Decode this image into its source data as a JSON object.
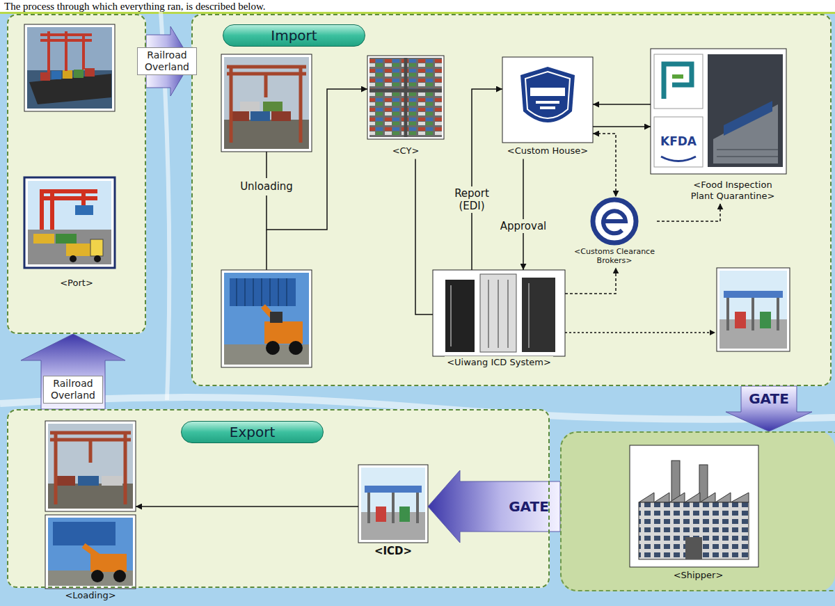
{
  "diagram": {
    "nodes": [
      {
        "text": [
          "<Port>"
        ]
      },
      {
        "text": [
          "Import"
        ]
      },
      {
        "text": [
          "Unloading"
        ],
        "in": 1
      },
      {
        "text": [
          "<CY>"
        ],
        "in": 1
      },
      {
        "text": [
          "<Custom House>"
        ],
        "in": 1
      },
      {
        "text": [
          "<Food Inspection Plant Quarantine>"
        ],
        "in": 1
      },
      {
        "text": [
          "<Customs Clearance Brokers>"
        ],
        "in": 1
      },
      {
        "text": [
          "<Uiwang ICD System>"
        ],
        "in": 1
      },
      {
        "text": [
          "Export"
        ]
      },
      {
        "text": [
          "<Loading>"
        ],
        "in": 8
      },
      {
        "text": [
          "<ICD>"
        ],
        "in": 8
      },
      {
        "text": [
          "<Shipper>"
        ]
      }
    ],
    "edges": [
      {
        "from": 0,
        "to": 1,
        "arrow": "to",
        "label": "Railroad Overland"
      },
      {
        "from": 2,
        "to": 3,
        "arrow": "to"
      },
      {
        "from": 3,
        "to": 7,
        "arrow": "none"
      },
      {
        "from": 7,
        "to": 4,
        "arrow": "to",
        "label": "Report (EDI)"
      },
      {
        "from": 4,
        "to": 7,
        "arrow": "to",
        "label": "Approval"
      },
      {
        "from": 5,
        "to": 4,
        "arrow": "to"
      },
      {
        "from": 4,
        "to": 5,
        "arrow": "to"
      },
      {
        "from": 4,
        "to": 6,
        "arrow": "both"
      },
      {
        "from": 6,
        "to": 5,
        "arrow": "to"
      },
      {
        "from": 7,
        "to": 6,
        "arrow": "to"
      },
      {
        "from": 1,
        "to": 11,
        "arrow": "to",
        "label": "GATE"
      },
      {
        "from": 11,
        "to": 10,
        "arrow": "to",
        "label": "GATE"
      },
      {
        "from": 10,
        "to": 9,
        "arrow": "to"
      },
      {
        "from": 8,
        "to": 0,
        "arrow": "to",
        "label": "Railroad Overland"
      }
    ],
    "labels": [
      "The process through which everything ran, is described below.",
      "KFDA"
    ]
  }
}
